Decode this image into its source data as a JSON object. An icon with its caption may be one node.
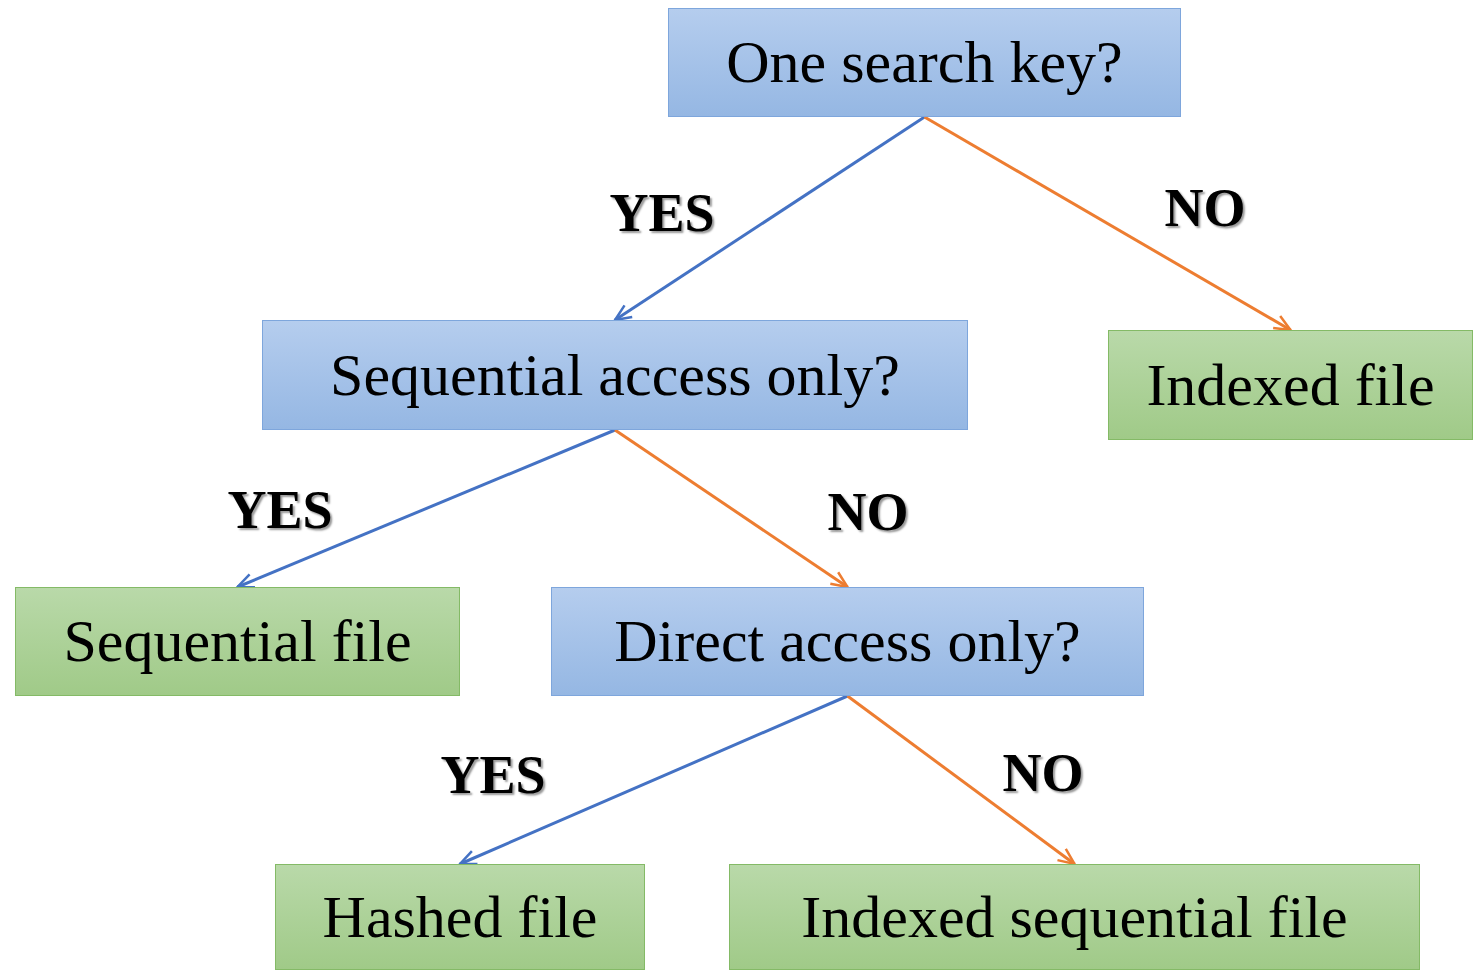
{
  "diagram": {
    "nodes": [
      {
        "text": [
          "One search key?"
        ]
      },
      {
        "text": [
          "Sequential access only?"
        ]
      },
      {
        "text": [
          "Indexed file"
        ]
      },
      {
        "text": [
          "Sequential file"
        ]
      },
      {
        "text": [
          "Direct access only?"
        ]
      },
      {
        "text": [
          "Hashed file"
        ]
      },
      {
        "text": [
          "Indexed sequential file"
        ]
      }
    ],
    "edges": [
      {
        "from": 0,
        "to": 1,
        "arrow": "to",
        "label": "YES",
        "color": "#4472c4"
      },
      {
        "from": 0,
        "to": 2,
        "arrow": "to",
        "label": "NO",
        "color": "#ed7d31"
      },
      {
        "from": 1,
        "to": 3,
        "arrow": "to",
        "label": "YES",
        "color": "#4472c4"
      },
      {
        "from": 1,
        "to": 4,
        "arrow": "to",
        "label": "NO",
        "color": "#ed7d31"
      },
      {
        "from": 4,
        "to": 5,
        "arrow": "to",
        "label": "YES",
        "color": "#4472c4"
      },
      {
        "from": 4,
        "to": 6,
        "arrow": "to",
        "label": "NO",
        "color": "#ed7d31"
      }
    ]
  }
}
